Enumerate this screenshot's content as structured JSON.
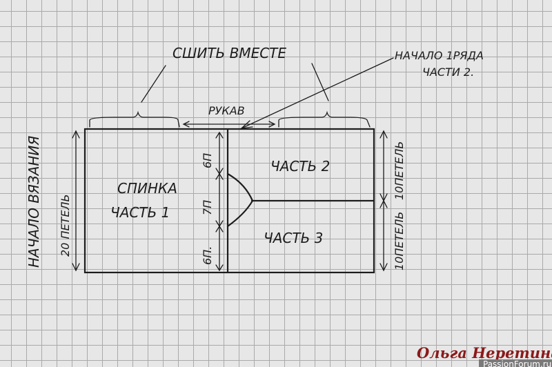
{
  "labels": {
    "sew_together": "СШИТЬ ВМЕСТЕ",
    "row_start_line1": "НАЧАЛО 1РЯДА",
    "row_start_line2": "ЧАСТИ 2.",
    "sleeve": "РУКАВ",
    "back_line1": "СПИНКА",
    "back_line2": "ЧАСТЬ 1",
    "part2": "ЧАСТЬ 2",
    "part3": "ЧАСТЬ 3",
    "knit_start": "НАЧАЛО ВЯЗАНИЯ",
    "loops_20": "20 ПЕТЕЛЬ",
    "loops_10_top": "10ПЕТЕЛЬ",
    "loops_10_bottom": "10ПЕТЕЛЬ",
    "six_top": "6П",
    "seven": "7П",
    "six_bottom": "6П."
  },
  "signature": "Ольга Неретина",
  "watermark": "PassionForum.ru",
  "colors": {
    "ink": "#1c1c1c",
    "signature": "#8b1a1a",
    "paper": "#e7e7e7",
    "grid": "#a9a9a9"
  }
}
